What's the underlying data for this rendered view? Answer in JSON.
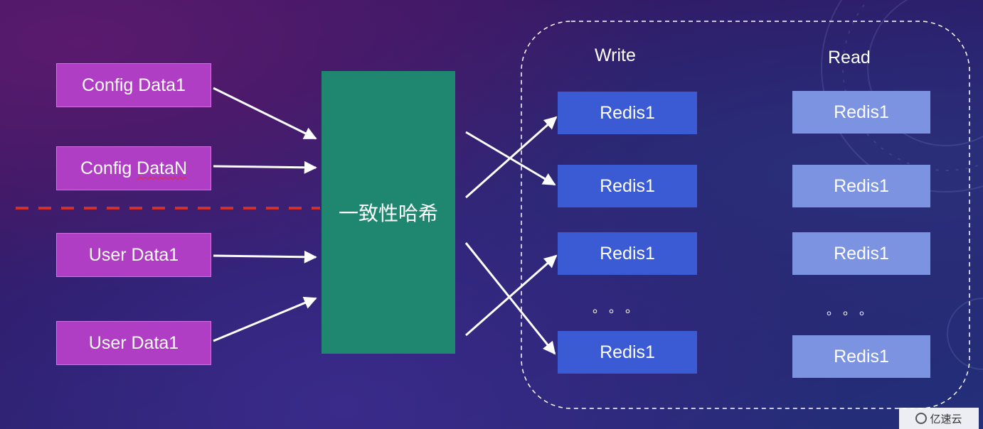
{
  "sources": {
    "config_data1": "Config Data1",
    "config_datan_prefix": "Config ",
    "config_datan_word": "DataN",
    "user_data1_a": "User Data1",
    "user_data1_b": "User Data1"
  },
  "hash_label": "一致性哈希",
  "write_header": "Write",
  "read_header": "Read",
  "write_nodes": [
    "Redis1",
    "Redis1",
    "Redis1",
    "Redis1"
  ],
  "read_nodes": [
    "Redis1",
    "Redis1",
    "Redis1",
    "Redis1"
  ],
  "ellipsis": "。。。",
  "watermark": "亿速云",
  "colors": {
    "source_box": "#b03ec4",
    "hash_box": "#1f8770",
    "write_box": "#3a5bd3",
    "read_box": "#7b93e0",
    "divider": "#d0312d"
  }
}
